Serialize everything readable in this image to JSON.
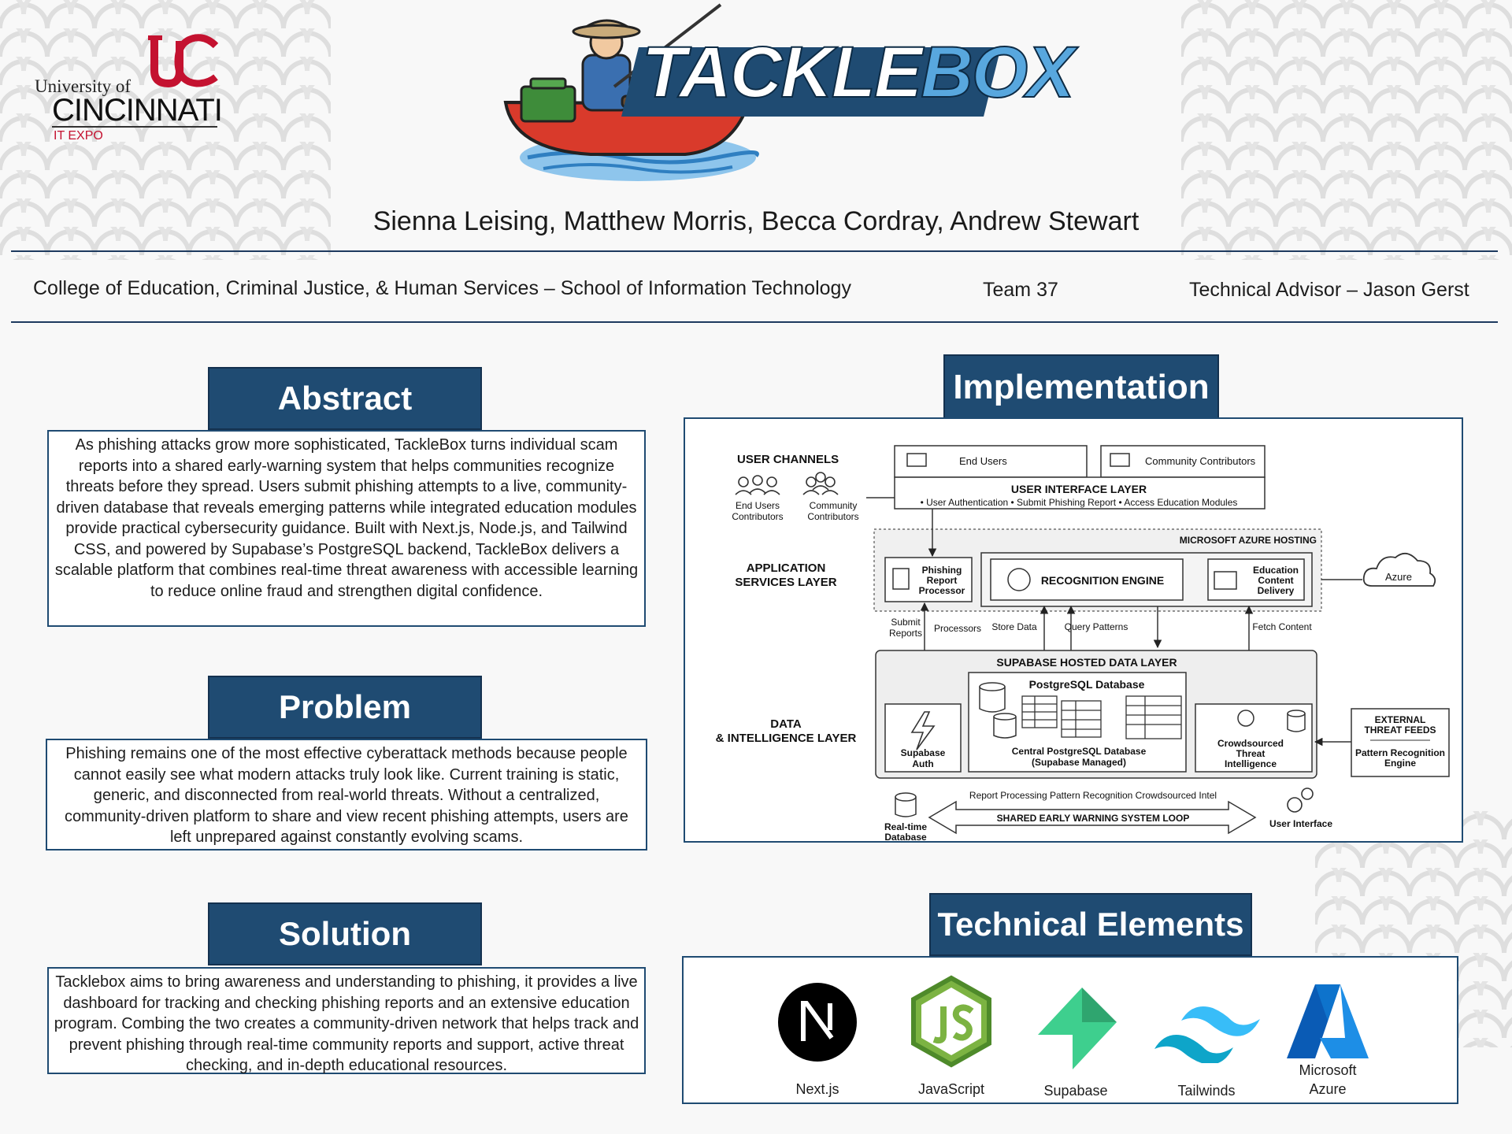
{
  "logo": {
    "university": "University of",
    "name": "CINCINNATI",
    "subtitle": "IT EXPO"
  },
  "title": {
    "part1": "TACKLE",
    "part2": "BOX"
  },
  "authors": "Sienna Leising, Matthew Morris, Becca Cordray, Andrew Stewart",
  "meta": {
    "college": "College of Education, Criminal Justice, & Human Services – School of Information Technology",
    "team": "Team 37",
    "advisor": "Technical Advisor – Jason Gerst"
  },
  "sections": {
    "abstract": {
      "heading": "Abstract",
      "body": "As phishing attacks grow more sophisticated, TackleBox turns individual scam reports into a shared early-warning system that helps communities recognize threats before they spread. Users submit phishing attempts to a live, community-driven database that reveals emerging patterns while integrated education modules provide practical cybersecurity guidance. Built with Next.js, Node.js, and Tailwind CSS, and powered by Supabase’s PostgreSQL backend, TackleBox delivers a scalable platform that combines real-time threat awareness with accessible learning to reduce online fraud and strengthen digital confidence."
    },
    "problem": {
      "heading": "Problem",
      "body": "Phishing remains one of the most effective cyberattack methods because people cannot easily see what modern attacks truly look like. Current training is static, generic, and disconnected from real-world threats. Without a centralized, community-driven platform to share and view recent phishing attempts, users are left unprepared against constantly evolving scams."
    },
    "solution": {
      "heading": "Solution",
      "body": "Tacklebox aims to bring awareness and understanding to phishing, it provides a live dashboard for tracking and checking phishing reports and an extensive education program. Combing the two creates a community-driven network that helps track and prevent phishing through real-time community reports and support, active threat checking, and in-depth educational resources."
    },
    "implementation": {
      "heading": "Implementation"
    },
    "technical": {
      "heading": "Technical Elements"
    }
  },
  "diagram": {
    "user_channels": "USER CHANNELS",
    "end_users_contributors": [
      "End Users",
      "Contributors"
    ],
    "community_contributors": [
      "Community",
      "Contributors"
    ],
    "end_users_box": "End Users",
    "community_box": "Community Contributors",
    "ui_layer": "USER INTERFACE LAYER",
    "ui_items": "• User Authentication    • Submit Phishing Report    • Access Education Modules",
    "azure_hosting": "MICROSOFT AZURE HOSTING",
    "app_layer": [
      "APPLICATION",
      "SERVICES LAYER"
    ],
    "phishing_processor": [
      "Phishing",
      "Report",
      "Processor"
    ],
    "recognition_engine": "RECOGNITION ENGINE",
    "education_delivery": [
      "Education",
      "Content",
      "Delivery"
    ],
    "azure": "Azure",
    "submit_reports": [
      "Submit",
      "Reports"
    ],
    "processors": "Processors",
    "store_data": "Store Data",
    "query_patterns": "Query Patterns",
    "fetch_content": "Fetch Content",
    "supabase_layer": "SUPABASE HOSTED DATA LAYER",
    "postgres": "PostgreSQL Database",
    "central_db": [
      "Central PostgreSQL Database",
      "(Supabase Managed)"
    ],
    "data_layer": [
      "DATA",
      "& INTELLIGENCE LAYER"
    ],
    "supabase_auth": [
      "Supabase",
      "Auth"
    ],
    "crowdsourced": [
      "Crowdsourced",
      "Threat",
      "Intelligence"
    ],
    "external_feeds": [
      "EXTERNAL",
      "THREAT FEEDS"
    ],
    "pattern_engine": [
      "Pattern Recognition",
      "Engine"
    ],
    "realtime_db": [
      "Real-time",
      "Database"
    ],
    "loop_labels": "Report Processing   Pattern Recognition    Crowdsourced Intel",
    "loop": "SHARED EARLY WARNING SYSTEM LOOP",
    "user_interface": "User Interface"
  },
  "tech": {
    "nextjs": "Next.js",
    "javascript": "JavaScript",
    "supabase": "Supabase",
    "tailwinds": "Tailwinds",
    "azure": [
      "Microsoft",
      "Azure"
    ]
  },
  "colors": {
    "navy": "#1f4b72",
    "uc_red": "#c41230",
    "js_green": "#7cb342",
    "supabase_green": "#3ecf8e",
    "tailwind_teal": "#38bdf8",
    "azure_blue": "#0078d4",
    "boat_red": "#d93a2b"
  }
}
